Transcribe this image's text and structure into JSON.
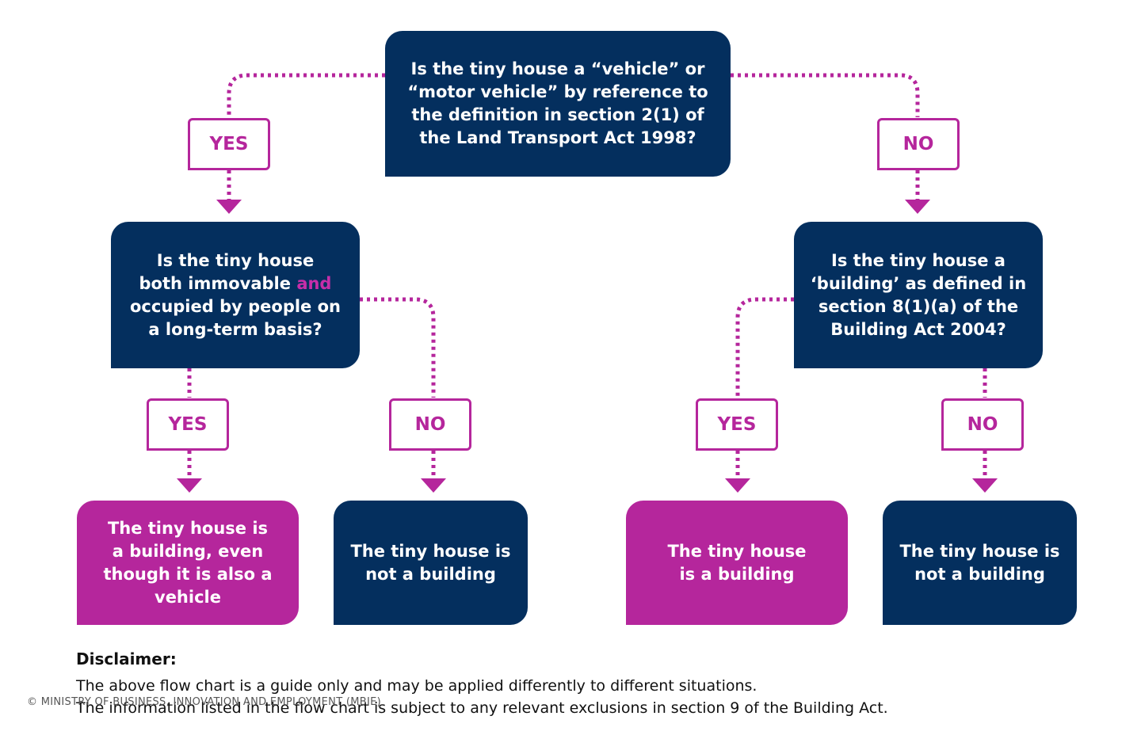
{
  "questions": {
    "vehicle": [
      "Is the tiny house a “vehicle” or",
      "“motor vehicle” by reference to",
      "the definition in section 2(1) of",
      "the Land Transport Act 1998?"
    ],
    "immovable": {
      "line1": "Is the tiny house",
      "line2_pre": "both immovable ",
      "line2_accent": "and",
      "line3": "occupied by people on",
      "line4": "a long-term basis?"
    },
    "building_act": [
      "Is the tiny house a",
      "‘building’ as defined in",
      "section 8(1)(a) of the",
      "Building Act 2004?"
    ]
  },
  "labels": {
    "top_yes": "YES",
    "top_no": "NO",
    "left_yes": "YES",
    "left_no": "NO",
    "right_yes": "YES",
    "right_no": "NO"
  },
  "outcomes": {
    "building_also_vehicle": [
      "The tiny house is",
      "a building, even",
      "though it is also a",
      "vehicle"
    ],
    "not_building_left": [
      "The tiny house is",
      "not a building"
    ],
    "is_building": [
      "The tiny house",
      "is a building"
    ],
    "not_building_right": [
      "The tiny house is",
      "not a building"
    ]
  },
  "disclaimer": {
    "title": "Disclaimer:",
    "line1": "The above flow chart is a guide only and may be applied differently to different situations.",
    "line2": "The information listed in the flow chart is subject to any relevant exclusions in section 9 of the Building Act."
  },
  "copyright": "© MINISTRY OF BUSINESS, INNOVATION AND EMPLOYMENT (MBIE)",
  "colors": {
    "navy": "#042f5e",
    "magenta": "#b5269c"
  }
}
